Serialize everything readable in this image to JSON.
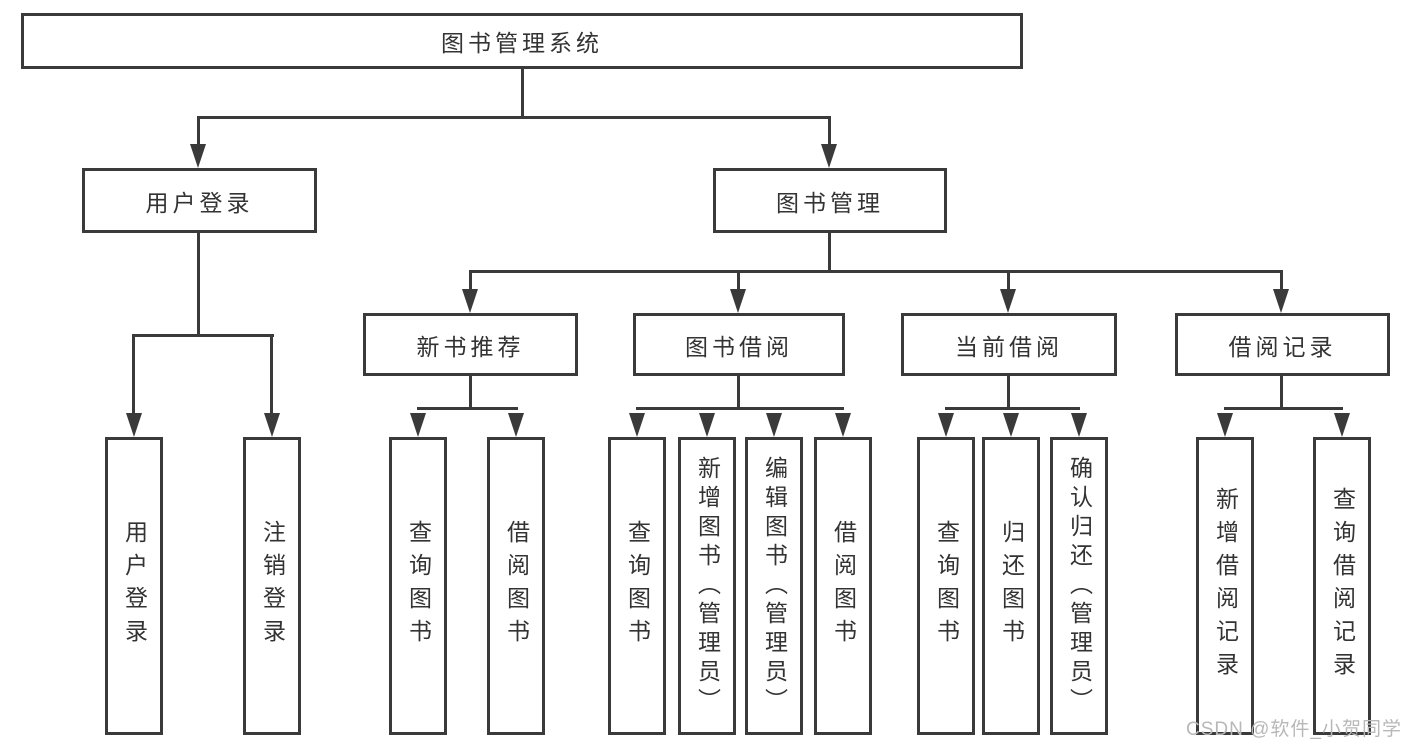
{
  "colors": {
    "line": "#3a3a3a",
    "text": "#333333",
    "watermark": "#b8b8b8"
  },
  "watermark": {
    "text": "CSDN @软件_小贺同学"
  },
  "tree": {
    "label": "图书管理系统",
    "children": [
      {
        "label": "用户登录",
        "children": [
          {
            "label": "用户登录"
          },
          {
            "label": "注销登录"
          }
        ]
      },
      {
        "label": "图书管理",
        "children": [
          {
            "label": "新书推荐",
            "children": [
              {
                "label": "查询图书"
              },
              {
                "label": "借阅图书"
              }
            ]
          },
          {
            "label": "图书借阅",
            "children": [
              {
                "label": "查询图书"
              },
              {
                "label": "新增图书（管理员）"
              },
              {
                "label": "编辑图书（管理员）"
              },
              {
                "label": "借阅图书"
              }
            ]
          },
          {
            "label": "当前借阅",
            "children": [
              {
                "label": "查询图书"
              },
              {
                "label": "归还图书"
              },
              {
                "label": "确认归还（管理员）"
              }
            ]
          },
          {
            "label": "借阅记录",
            "children": [
              {
                "label": "新增借阅记录"
              },
              {
                "label": "查询借阅记录"
              }
            ]
          }
        ]
      }
    ]
  }
}
